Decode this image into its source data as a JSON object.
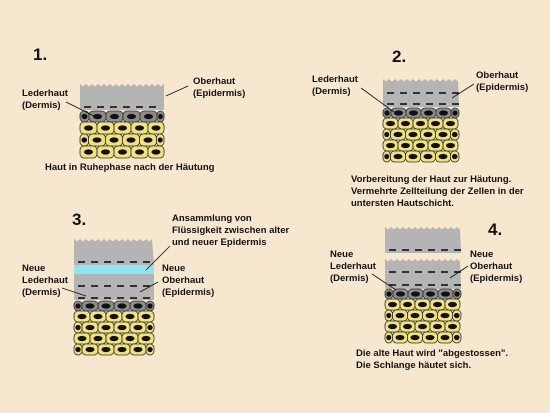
{
  "colors": {
    "background": "#f7e7cf",
    "epidermis": "#b4b4b4",
    "fluid": "#8ee6f2",
    "cell_fill": "#f2e27a",
    "cell_dark": "#8c8c8c",
    "nucleus": "#111111"
  },
  "panels": [
    {
      "number": "1.",
      "dermis_label": [
        "Lederhaut",
        "(Dermis)"
      ],
      "epidermis_label": [
        "Oberhaut",
        "(Epidermis)"
      ],
      "caption": [
        "Haut in Ruhephase nach der Häutung"
      ]
    },
    {
      "number": "2.",
      "dermis_label": [
        "Lederhaut",
        "(Dermis)"
      ],
      "epidermis_label": [
        "Oberhaut",
        "(Epidermis)"
      ],
      "caption": [
        "Vorbereitung der Haut zur Häutung.",
        "Vermehrte Zellteilung der Zellen in der",
        "untersten Hautschicht."
      ]
    },
    {
      "number": "3.",
      "top_label": [
        "Ansammlung von",
        "Flüssigkeit zwischen alter",
        "und neuer Epidermis"
      ],
      "dermis_label": [
        "Neue",
        "Lederhaut",
        "(Dermis)"
      ],
      "epidermis_label": [
        "Neue",
        "Oberhaut",
        "(Epidermis)"
      ]
    },
    {
      "number": "4.",
      "dermis_label": [
        "Neue",
        "Lederhaut",
        "(Dermis)"
      ],
      "epidermis_label": [
        "Neue",
        "Oberhaut",
        "(Epidermis)"
      ],
      "caption": [
        "Die alte Haut wird \"abgestossen\".",
        "Die Schlange häutet sich."
      ]
    }
  ]
}
